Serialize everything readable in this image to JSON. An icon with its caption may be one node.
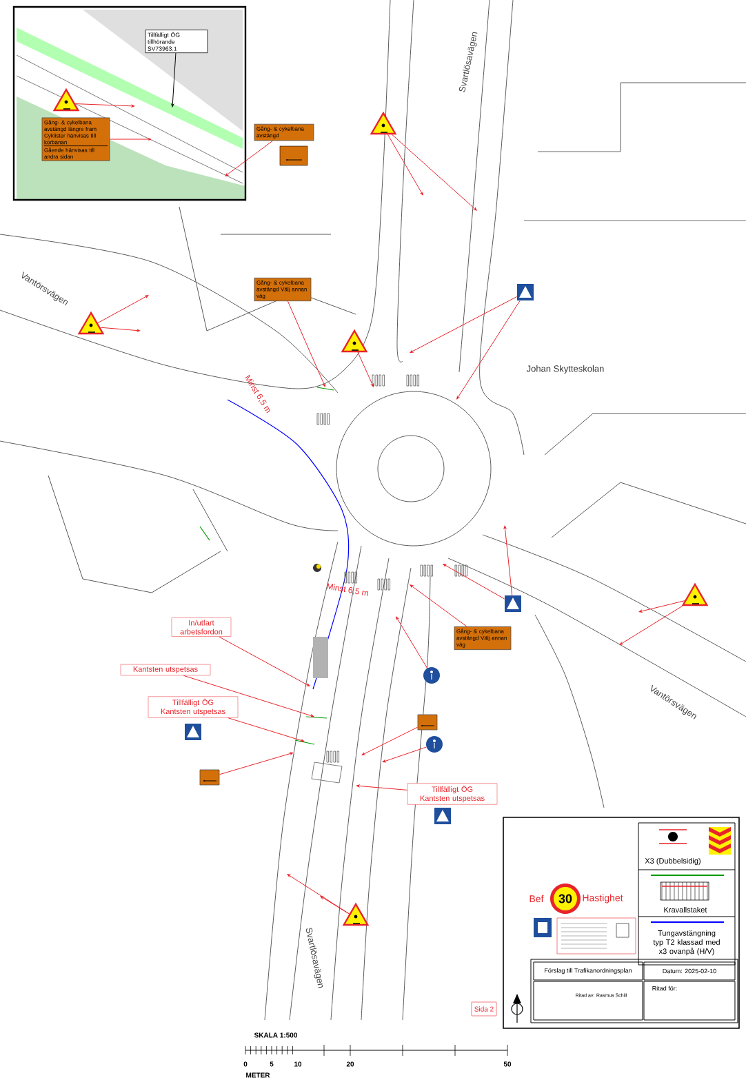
{
  "diagram": {
    "nodes": [
      {
        "text": [
          "Tillfälligt ÖG tillhörande SV73963.1"
        ]
      },
      {
        "text": [],
        "shape": "triangle"
      },
      {
        "text": [
          "Gång- & cykelbana avstängd längre fram Cyklister hänvisas till körbanan",
          "Gående hänvisas till andra sidan"
        ]
      },
      {
        "text": [
          "Gång- & cykelbana avstängd"
        ]
      },
      {
        "text": [],
        "shape": "triangle"
      },
      {
        "text": [],
        "shape": "box"
      },
      {
        "text": [],
        "shape": "triangle"
      },
      {
        "text": [
          "Gång- & cykelbana avstängd Välj annan väg"
        ]
      },
      {
        "text": [],
        "shape": "triangle"
      },
      {
        "text": [],
        "shape": "box"
      },
      {
        "text": [],
        "shape": "triangle"
      },
      {
        "text": [],
        "shape": "circle"
      },
      {
        "text": [
          "Gång- & cykelbana avstängd Välj annan väg"
        ]
      },
      {
        "text": [
          "In/utfart arbetsfordon"
        ]
      },
      {
        "text": [
          "Kantsten utspetsas"
        ]
      },
      {
        "text": [
          "Tillfälligt ÖG Kantsten utspetsas"
        ]
      },
      {
        "text": [],
        "shape": "box"
      },
      {
        "text": [],
        "shape": "circle"
      },
      {
        "text": [],
        "shape": "box"
      },
      {
        "text": [
          "Tillfälligt ÖG Kantsten utspetsas"
        ]
      },
      {
        "text": [],
        "shape": "triangle"
      },
      {
        "text": [],
        "shape": "box"
      },
      {
        "text": [],
        "shape": "box"
      }
    ],
    "edges": [
      {
        "from": 0,
        "to": null,
        "arrow": "to",
        "color": "#000000"
      },
      {
        "from": 1,
        "to": null,
        "arrow": "to"
      },
      {
        "from": 2,
        "to": null,
        "arrow": "to"
      },
      {
        "from": 3,
        "to": null,
        "arrow": "to"
      },
      {
        "from": 4,
        "to": null,
        "arrow": "to"
      },
      {
        "from": 4,
        "to": null,
        "arrow": "to"
      },
      {
        "from": 5,
        "to": null,
        "arrow": "to"
      },
      {
        "from": 5,
        "to": null,
        "arrow": "to"
      },
      {
        "from": 6,
        "to": null,
        "arrow": "to"
      },
      {
        "from": 6,
        "to": null,
        "arrow": "to"
      },
      {
        "from": 7,
        "to": null,
        "arrow": "to"
      },
      {
        "from": 8,
        "to": null,
        "arrow": "to"
      },
      {
        "from": 9,
        "to": null,
        "arrow": "to"
      },
      {
        "from": 9,
        "to": null,
        "arrow": "to"
      },
      {
        "from": 10,
        "to": null,
        "arrow": "to"
      },
      {
        "from": 10,
        "to": null,
        "arrow": "to"
      },
      {
        "from": 11,
        "to": null,
        "arrow": "to"
      },
      {
        "from": 12,
        "to": null,
        "arrow": "to"
      },
      {
        "from": 13,
        "to": null,
        "arrow": "to"
      },
      {
        "from": 14,
        "to": null,
        "arrow": "to"
      },
      {
        "from": 15,
        "to": null,
        "arrow": "to"
      },
      {
        "from": 16,
        "to": null,
        "arrow": "to"
      },
      {
        "from": 17,
        "to": null,
        "arrow": "to"
      },
      {
        "from": 18,
        "to": null,
        "arrow": "to"
      },
      {
        "from": 19,
        "to": null,
        "arrow": "to"
      },
      {
        "from": 20,
        "to": null,
        "arrow": "to"
      },
      {
        "from": 20,
        "to": null,
        "arrow": "to"
      }
    ],
    "legend": [
      {
        "text": "X3 (Dubbelsidig)"
      },
      {
        "text": "Kravallstaket"
      },
      {
        "text": "Tungavstängning typ T2 klassad med x3 ovanpå (H/V)"
      }
    ],
    "labels": [
      "Svartlösavägen",
      "Vantörsvägen",
      "Johan Skytteskolan",
      "Minst 6,5 m",
      "Minst 6,5 m",
      "Vantörsvägen",
      "Bef",
      "30",
      "Hastighet",
      "Förslag till Trafikanordningsplan",
      "Datum: 2025-02-10",
      "Ritad av: Rasmus Schill",
      "Ritad för:",
      "Svartlösavägen",
      "Sida 2",
      "SKALA 1:500",
      "0",
      "5",
      "10",
      "20",
      "50",
      "METER"
    ]
  }
}
